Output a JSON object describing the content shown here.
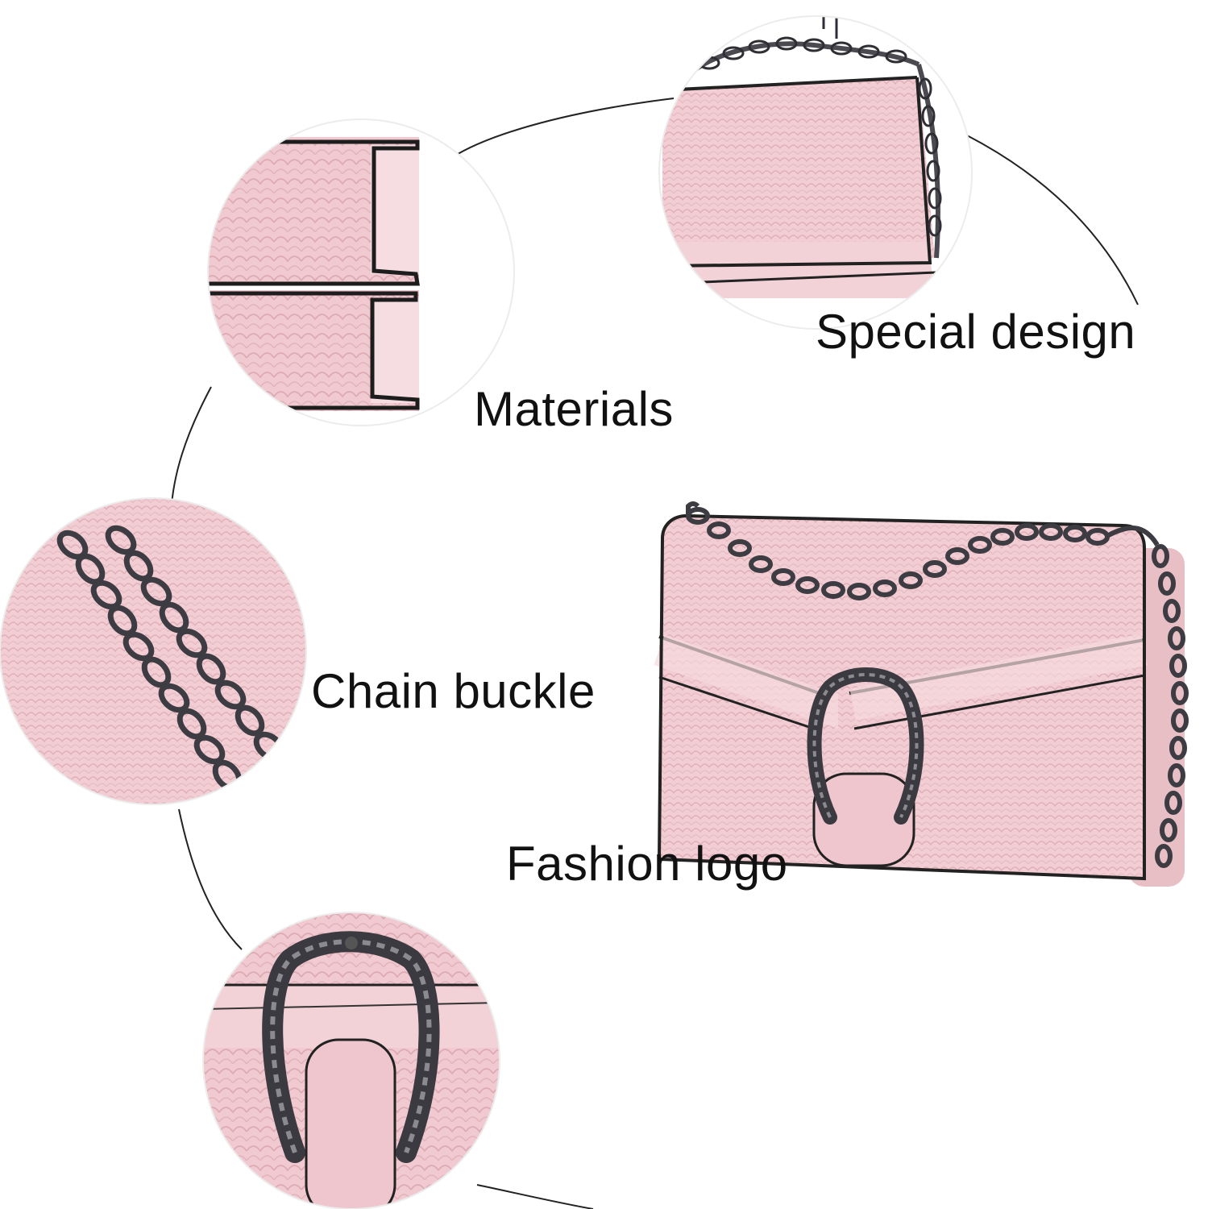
{
  "product": {
    "colors": {
      "leather": "#f2cdd3",
      "leather_shade": "#e7b8bf",
      "metal": "#3a3a40",
      "metal_light": "#8a8a90",
      "connector_line": "#2a2a2a",
      "circle_outline": "#e5e5e5"
    }
  },
  "features": [
    {
      "label": "Special design",
      "icon": "flap-with-chain-closeup"
    },
    {
      "label": "Materials",
      "icon": "side-gusset-closeup"
    },
    {
      "label": "Chain buckle",
      "icon": "chain-links-closeup"
    },
    {
      "label": "Fashion logo",
      "icon": "horseshoe-clasp-closeup"
    }
  ]
}
